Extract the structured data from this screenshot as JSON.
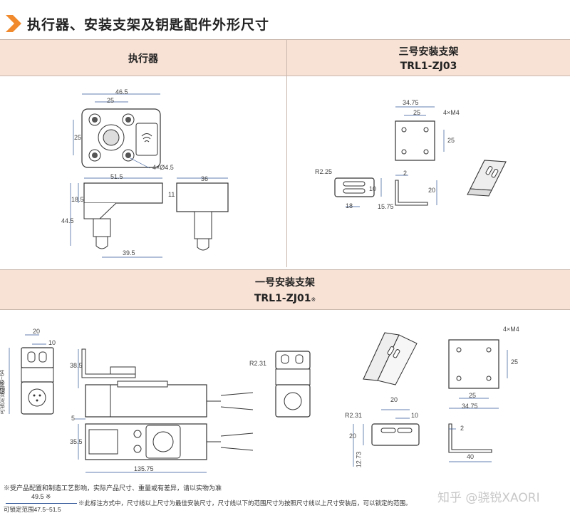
{
  "page": {
    "title": "执行器、安装支架及钥匙配件外形尺寸"
  },
  "sections": {
    "actuator": {
      "heading": "执行器"
    },
    "bracket3": {
      "heading": "三号安装支架",
      "model": "TRL1-ZJ03"
    },
    "bracket1": {
      "heading": "一号安装支架",
      "model": "TRL1-ZJ01",
      "model_mark": "※"
    }
  },
  "dims": {
    "actuator": {
      "w_top": "46.5",
      "w_inner": "25",
      "h_left": "25",
      "holes": "4×Ø4.5",
      "side_w": "51.5",
      "side_h1": "18.5",
      "side_h2": "11",
      "side_total": "44.5",
      "side_bottom": "39.5",
      "end_w": "36"
    },
    "bracket3": {
      "w": "34.75",
      "w_inner": "25",
      "holes": "4×M4",
      "h": "25",
      "r": "R2.25",
      "slot_h": "10",
      "slot_w": "18",
      "total_h": "15.75",
      "t": "2",
      "flange_h": "20"
    },
    "bracket1": {
      "w20": "20",
      "w10": "10",
      "range_v": "62 ※",
      "range_label": "可锁定范围60~64",
      "h38": "38.5",
      "d5": "5",
      "d35": "35.5",
      "len": "135.75",
      "r_mid": "R2.31",
      "holes": "4×M4",
      "h25": "25",
      "w25": "25",
      "w3475": "34.75",
      "r_low": "R2.31",
      "low20": "20",
      "low10": "10",
      "low_h20": "20",
      "low_h1273": "12.73",
      "t2": "2",
      "w40": "40"
    }
  },
  "notes": {
    "line1": "※受产品配置和制造工艺影响，实际产品尺寸、重量或有差异，请以实物为准",
    "dim_value": "49.5 ※",
    "range_bottom": "可锁定范围47.5~51.5",
    "line2": "※此标注方式中，尺寸线以上尺寸为最佳安装尺寸，尺寸线以下的范围尺寸为按照尺寸线以上尺寸安装后，可以锁定的范围。"
  },
  "watermark": "知乎 @骁锐XAORI",
  "colors": {
    "header_bg": "#f8e2d6",
    "chevron": "#f08a2c",
    "dim_line": "#2f5597"
  }
}
